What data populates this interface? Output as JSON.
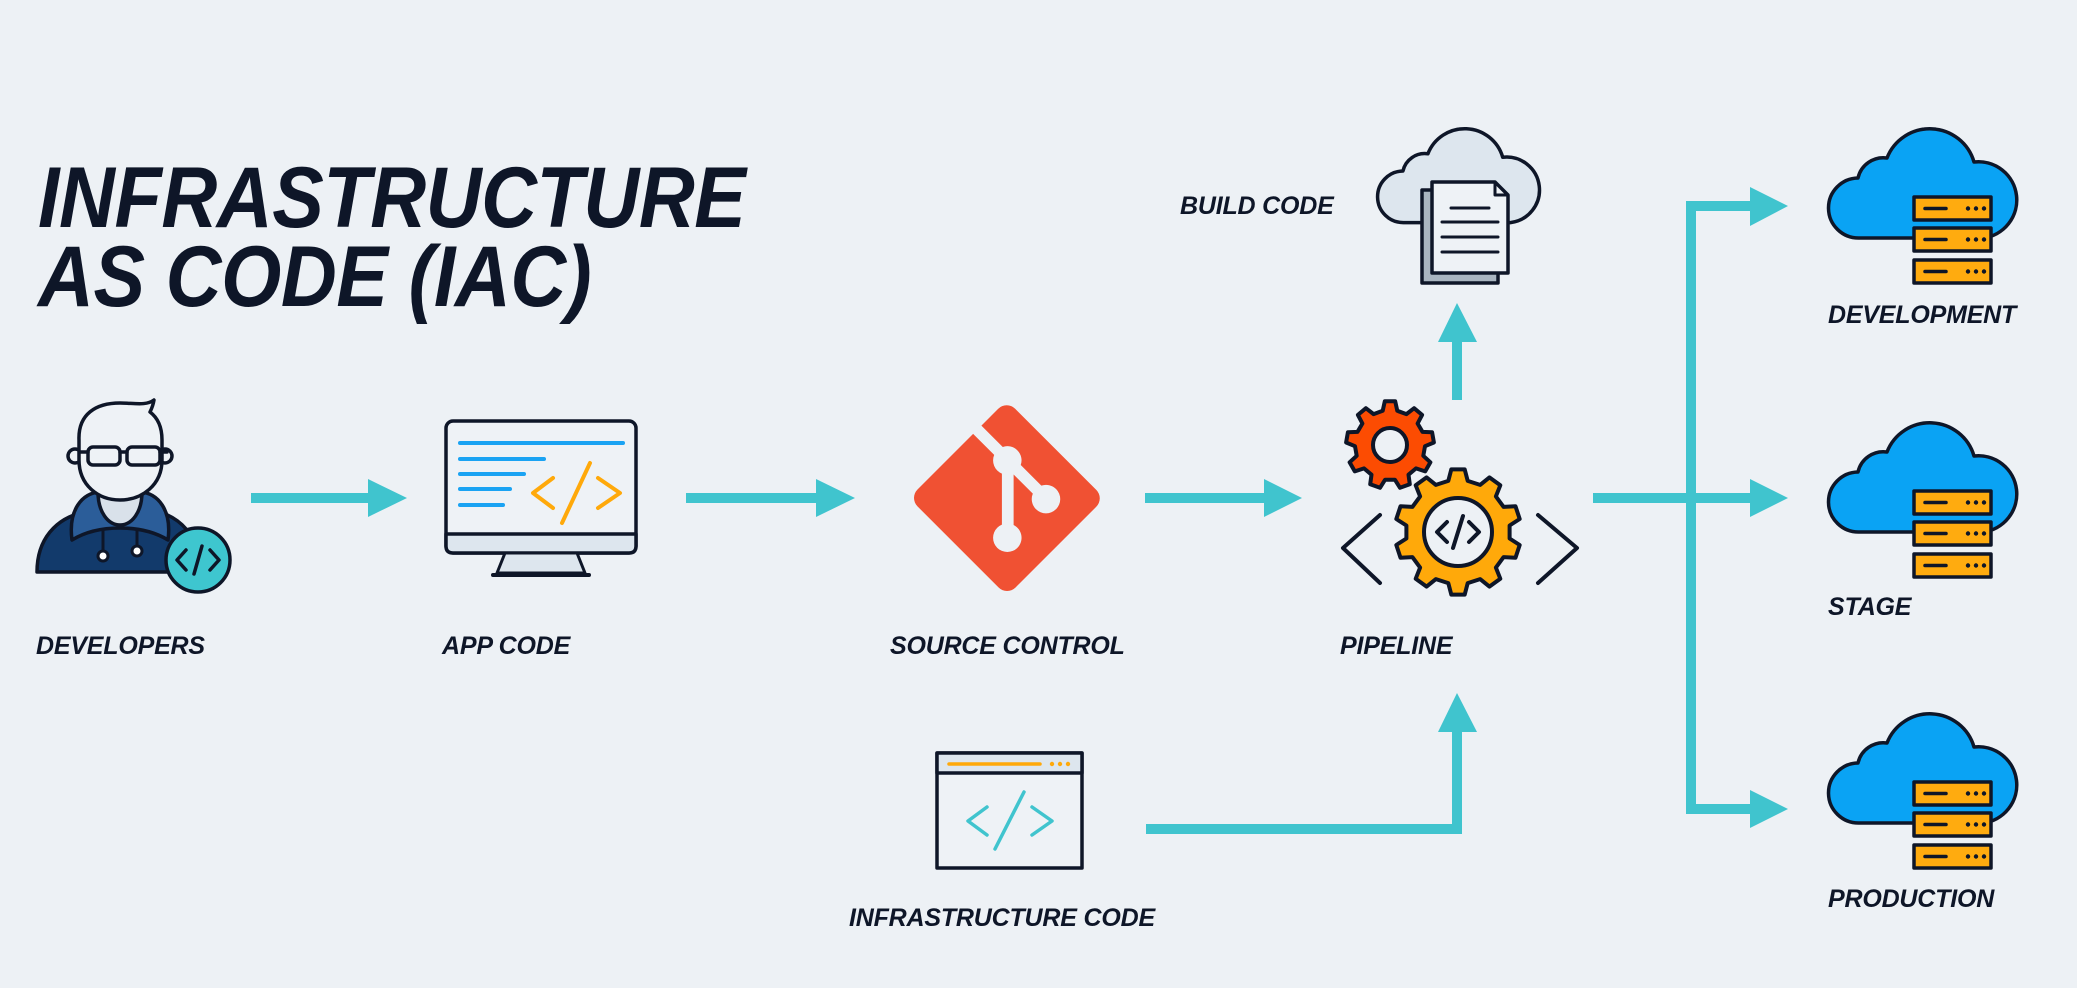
{
  "title": {
    "line1": "INFRASTRUCTURE",
    "line2": "AS CODE (IAC)"
  },
  "nodes": {
    "developers": {
      "label": "DEVELOPERS",
      "icon": "developer-icon"
    },
    "app_code": {
      "label": "APP CODE",
      "icon": "monitor-code-icon"
    },
    "source_control": {
      "label": "SOURCE CONTROL",
      "icon": "git-icon"
    },
    "pipeline": {
      "label": "PIPELINE",
      "icon": "gears-code-icon"
    },
    "build_code": {
      "label": "BUILD CODE",
      "icon": "cloud-documents-icon"
    },
    "infrastructure_code": {
      "label": "INFRASTRUCTURE CODE",
      "icon": "code-window-icon"
    },
    "development": {
      "label": "DEVELOPMENT",
      "icon": "cloud-server-icon"
    },
    "stage": {
      "label": "STAGE",
      "icon": "cloud-server-icon"
    },
    "production": {
      "label": "PRODUCTION",
      "icon": "cloud-server-icon"
    }
  },
  "edges": [
    {
      "from": "developers",
      "to": "app_code"
    },
    {
      "from": "app_code",
      "to": "source_control"
    },
    {
      "from": "source_control",
      "to": "pipeline"
    },
    {
      "from": "pipeline",
      "to": "build_code"
    },
    {
      "from": "infrastructure_code",
      "to": "pipeline"
    },
    {
      "from": "pipeline",
      "to": "development"
    },
    {
      "from": "pipeline",
      "to": "stage"
    },
    {
      "from": "pipeline",
      "to": "production"
    }
  ],
  "colors": {
    "background": "#edf1f5",
    "text": "#0e1628",
    "arrow": "#40c4ce",
    "git": "#f05133",
    "cloud": "#0aa3f4",
    "server": "#ffab0f",
    "gear_primary": "#ffa90a",
    "gear_secondary": "#fc4c02",
    "badge": "#3ec6cf",
    "code_blue": "#1aa3f3",
    "code_orange": "#ffa90a",
    "hood": "#2b5d99",
    "hoodie": "#123a6b"
  }
}
